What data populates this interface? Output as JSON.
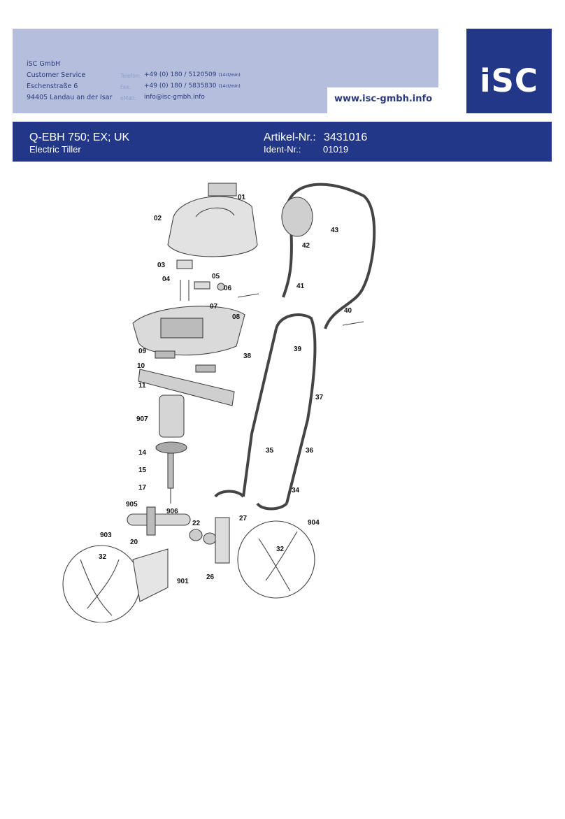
{
  "company": {
    "name": "iSC GmbH",
    "department": "Customer Service",
    "street": "Eschenstraße 6",
    "city": "94405 Landau an der Isar",
    "phone_label": "Telefon:",
    "phone": "+49 (0) 180 / 5120509",
    "phone_note": "(14ct/min)",
    "fax_label": "Fax:",
    "fax": "+49 (0) 180 / 5835830",
    "fax_note": "(14ct/min)",
    "email_label": "eMail:",
    "email": "info@isc-gmbh.info",
    "website": "www.isc-gmbh.info",
    "logo_text": "iSC"
  },
  "product": {
    "model": "Q-EBH 750; EX; UK",
    "name": "Electric Tiller",
    "article_label": "Artikel-Nr.:",
    "article_no": "3431016",
    "ident_label": "Ident-Nr.:",
    "ident_no": "01019"
  },
  "colors": {
    "header_bg": "#b5bedd",
    "brand_blue": "#233789"
  },
  "diagram": {
    "part_labels": [
      "01",
      "02",
      "03",
      "04",
      "05",
      "06",
      "07",
      "08",
      "09",
      "10",
      "11",
      "907",
      "14",
      "15",
      "17",
      "905",
      "906",
      "22",
      "27",
      "20",
      "903",
      "32",
      "901",
      "26",
      "904",
      "32",
      "34",
      "35",
      "36",
      "37",
      "38",
      "39",
      "40",
      "41",
      "42",
      "43"
    ]
  }
}
